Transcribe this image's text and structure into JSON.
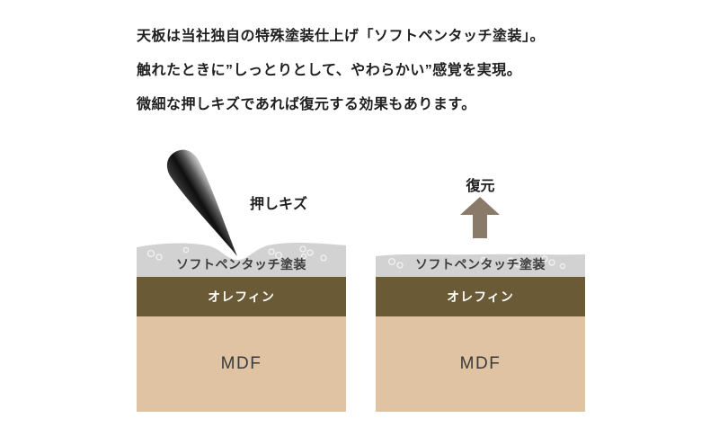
{
  "description": {
    "line1": "天板は当社独自の特殊塗装仕上げ「ソフトペンタッチ塗装」。",
    "line2": "触れたときに”しっとりとして、やわらかい”感覚を実現。",
    "line3": "微細な押しキズであれば復元する効果もあります。"
  },
  "left_diagram": {
    "annotation": "押しキズ",
    "coating_label": "ソフトペンタッチ塗装",
    "olefin_label": "オレフィン",
    "mdf_label": "MDF"
  },
  "right_diagram": {
    "annotation": "復元",
    "coating_label": "ソフトペンタッチ塗装",
    "olefin_label": "オレフィン",
    "mdf_label": "MDF"
  },
  "colors": {
    "coating": "#d2d2d2",
    "olefin": "#6a5a36",
    "mdf": "#dfc3a3",
    "arrow": "#8a7a6a",
    "text": "#1f1f1f"
  }
}
